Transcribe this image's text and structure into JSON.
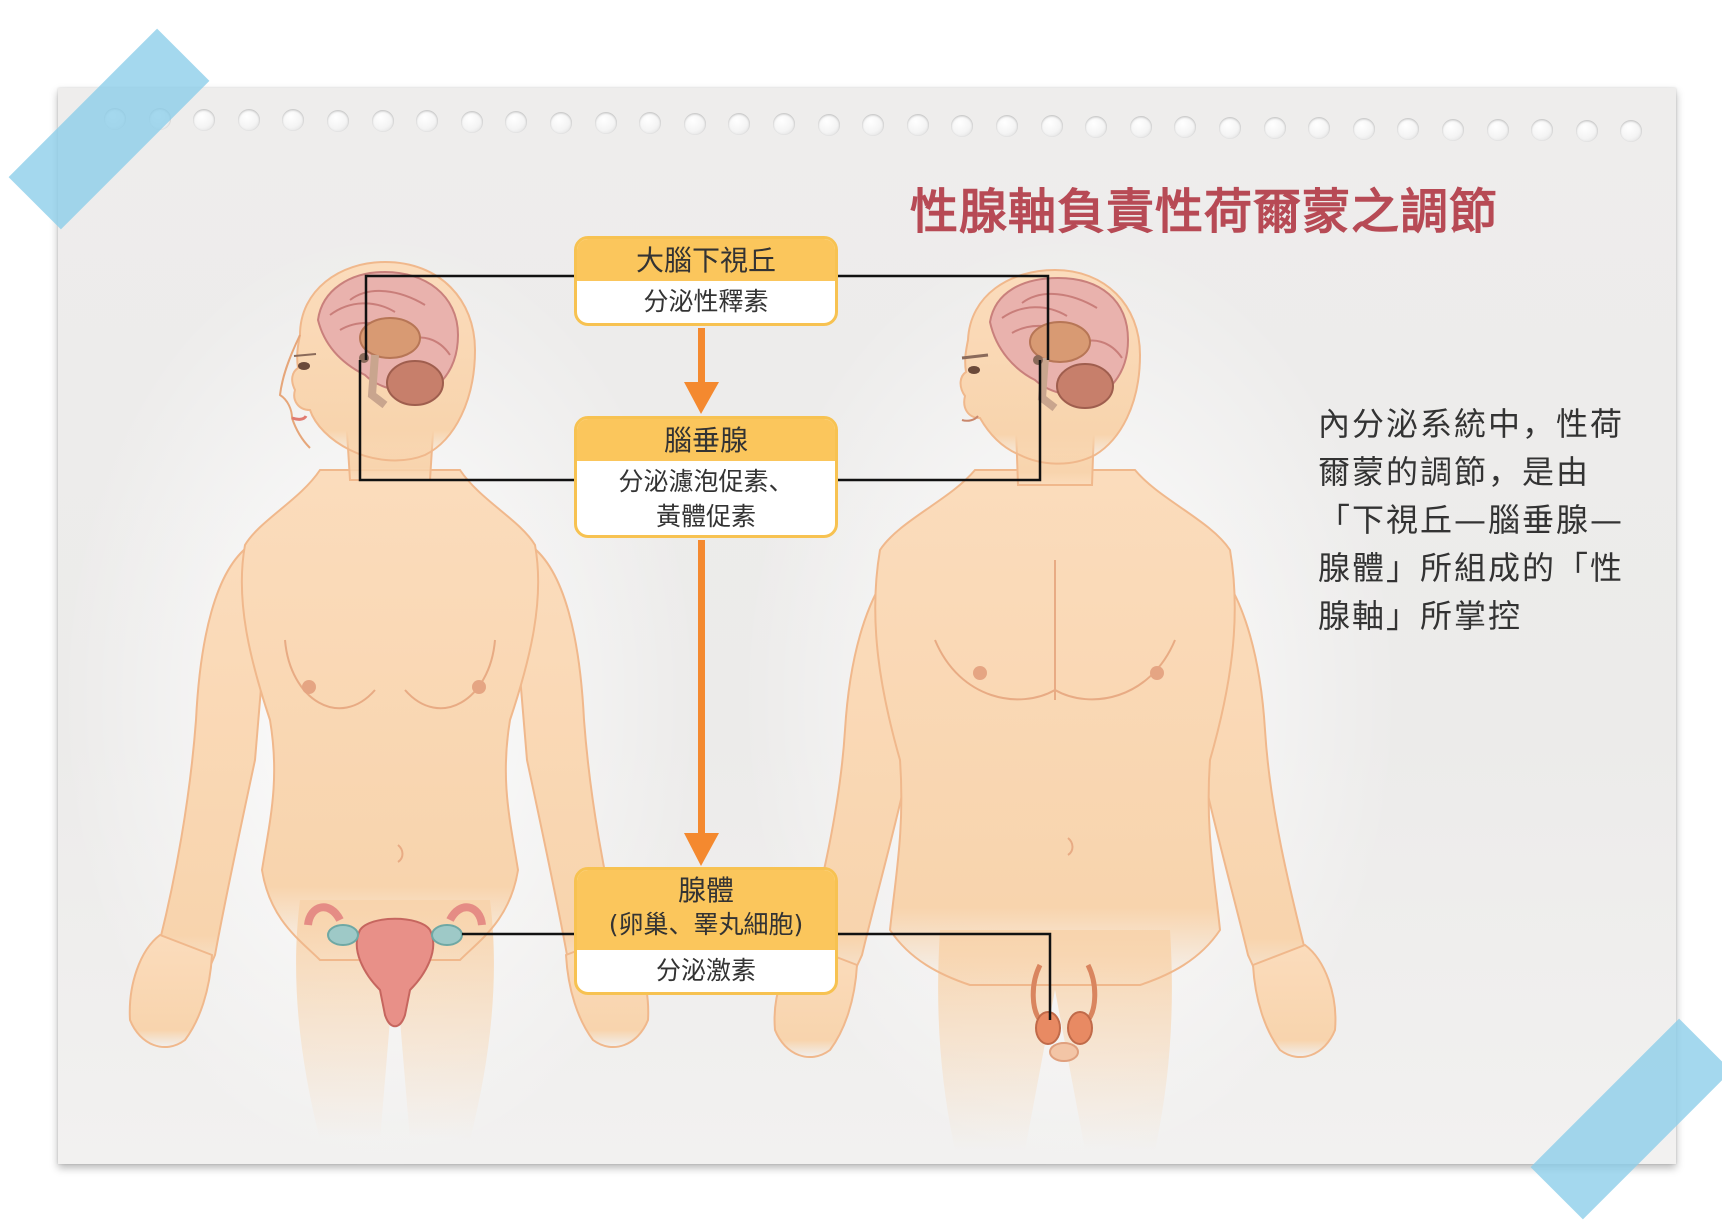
{
  "title": "性腺軸負責性荷爾蒙之調節",
  "description": "內分泌系統中，性荷爾蒙的調節，是由「下視丘—腦垂腺—腺體」所組成的「性腺軸」所掌控",
  "boxes": [
    {
      "header": "大腦下視丘",
      "body": "分泌性釋素"
    },
    {
      "header": "腦垂腺",
      "body_line1": "分泌濾泡促素、",
      "body_line2": "黃體促素"
    },
    {
      "header": "腺體",
      "header_sub": "(卵巢、睪丸細胞)",
      "body": "分泌激素"
    }
  ],
  "colors": {
    "title": "#b74a55",
    "box_header": "#fbc65c",
    "box_border": "#f7c251",
    "arrow": "#f4892f",
    "skin": "#f8d5b0",
    "tape": "#8acde9"
  }
}
